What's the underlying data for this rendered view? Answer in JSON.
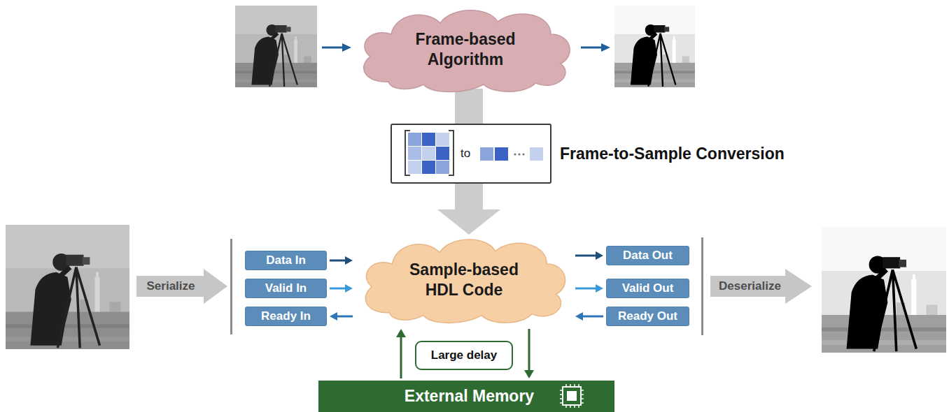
{
  "diagram": {
    "nodes": [
      {
        "text": [
          "Frame-based Algorithm"
        ]
      },
      {
        "text": [
          "to",
          "Frame-to-Sample Conversion"
        ]
      },
      {
        "text": [
          "Serialize"
        ]
      },
      {
        "text": [
          "Data In"
        ]
      },
      {
        "text": [
          "Valid In"
        ]
      },
      {
        "text": [
          "Ready In"
        ]
      },
      {
        "text": [
          "Sample-based HDL Code"
        ]
      },
      {
        "text": [
          "Data Out"
        ]
      },
      {
        "text": [
          "Valid Out"
        ]
      },
      {
        "text": [
          "Ready Out"
        ]
      },
      {
        "text": [
          "Deserialize"
        ]
      },
      {
        "text": [
          "Large delay"
        ]
      },
      {
        "text": [
          "External Memory"
        ]
      }
    ],
    "edges": [
      {
        "from": 0,
        "to": 1,
        "arrow": "none"
      },
      {
        "from": 1,
        "to": 6,
        "arrow": "to"
      },
      {
        "from": 3,
        "to": 6,
        "arrow": "to"
      },
      {
        "from": 4,
        "to": 6,
        "arrow": "to"
      },
      {
        "from": 6,
        "to": 5,
        "arrow": "to"
      },
      {
        "from": 6,
        "to": 7,
        "arrow": "to"
      },
      {
        "from": 6,
        "to": 8,
        "arrow": "to"
      },
      {
        "from": 9,
        "to": 6,
        "arrow": "to"
      },
      {
        "from": 12,
        "to": 6,
        "arrow": "to"
      },
      {
        "from": 6,
        "to": 12,
        "arrow": "to"
      }
    ]
  }
}
